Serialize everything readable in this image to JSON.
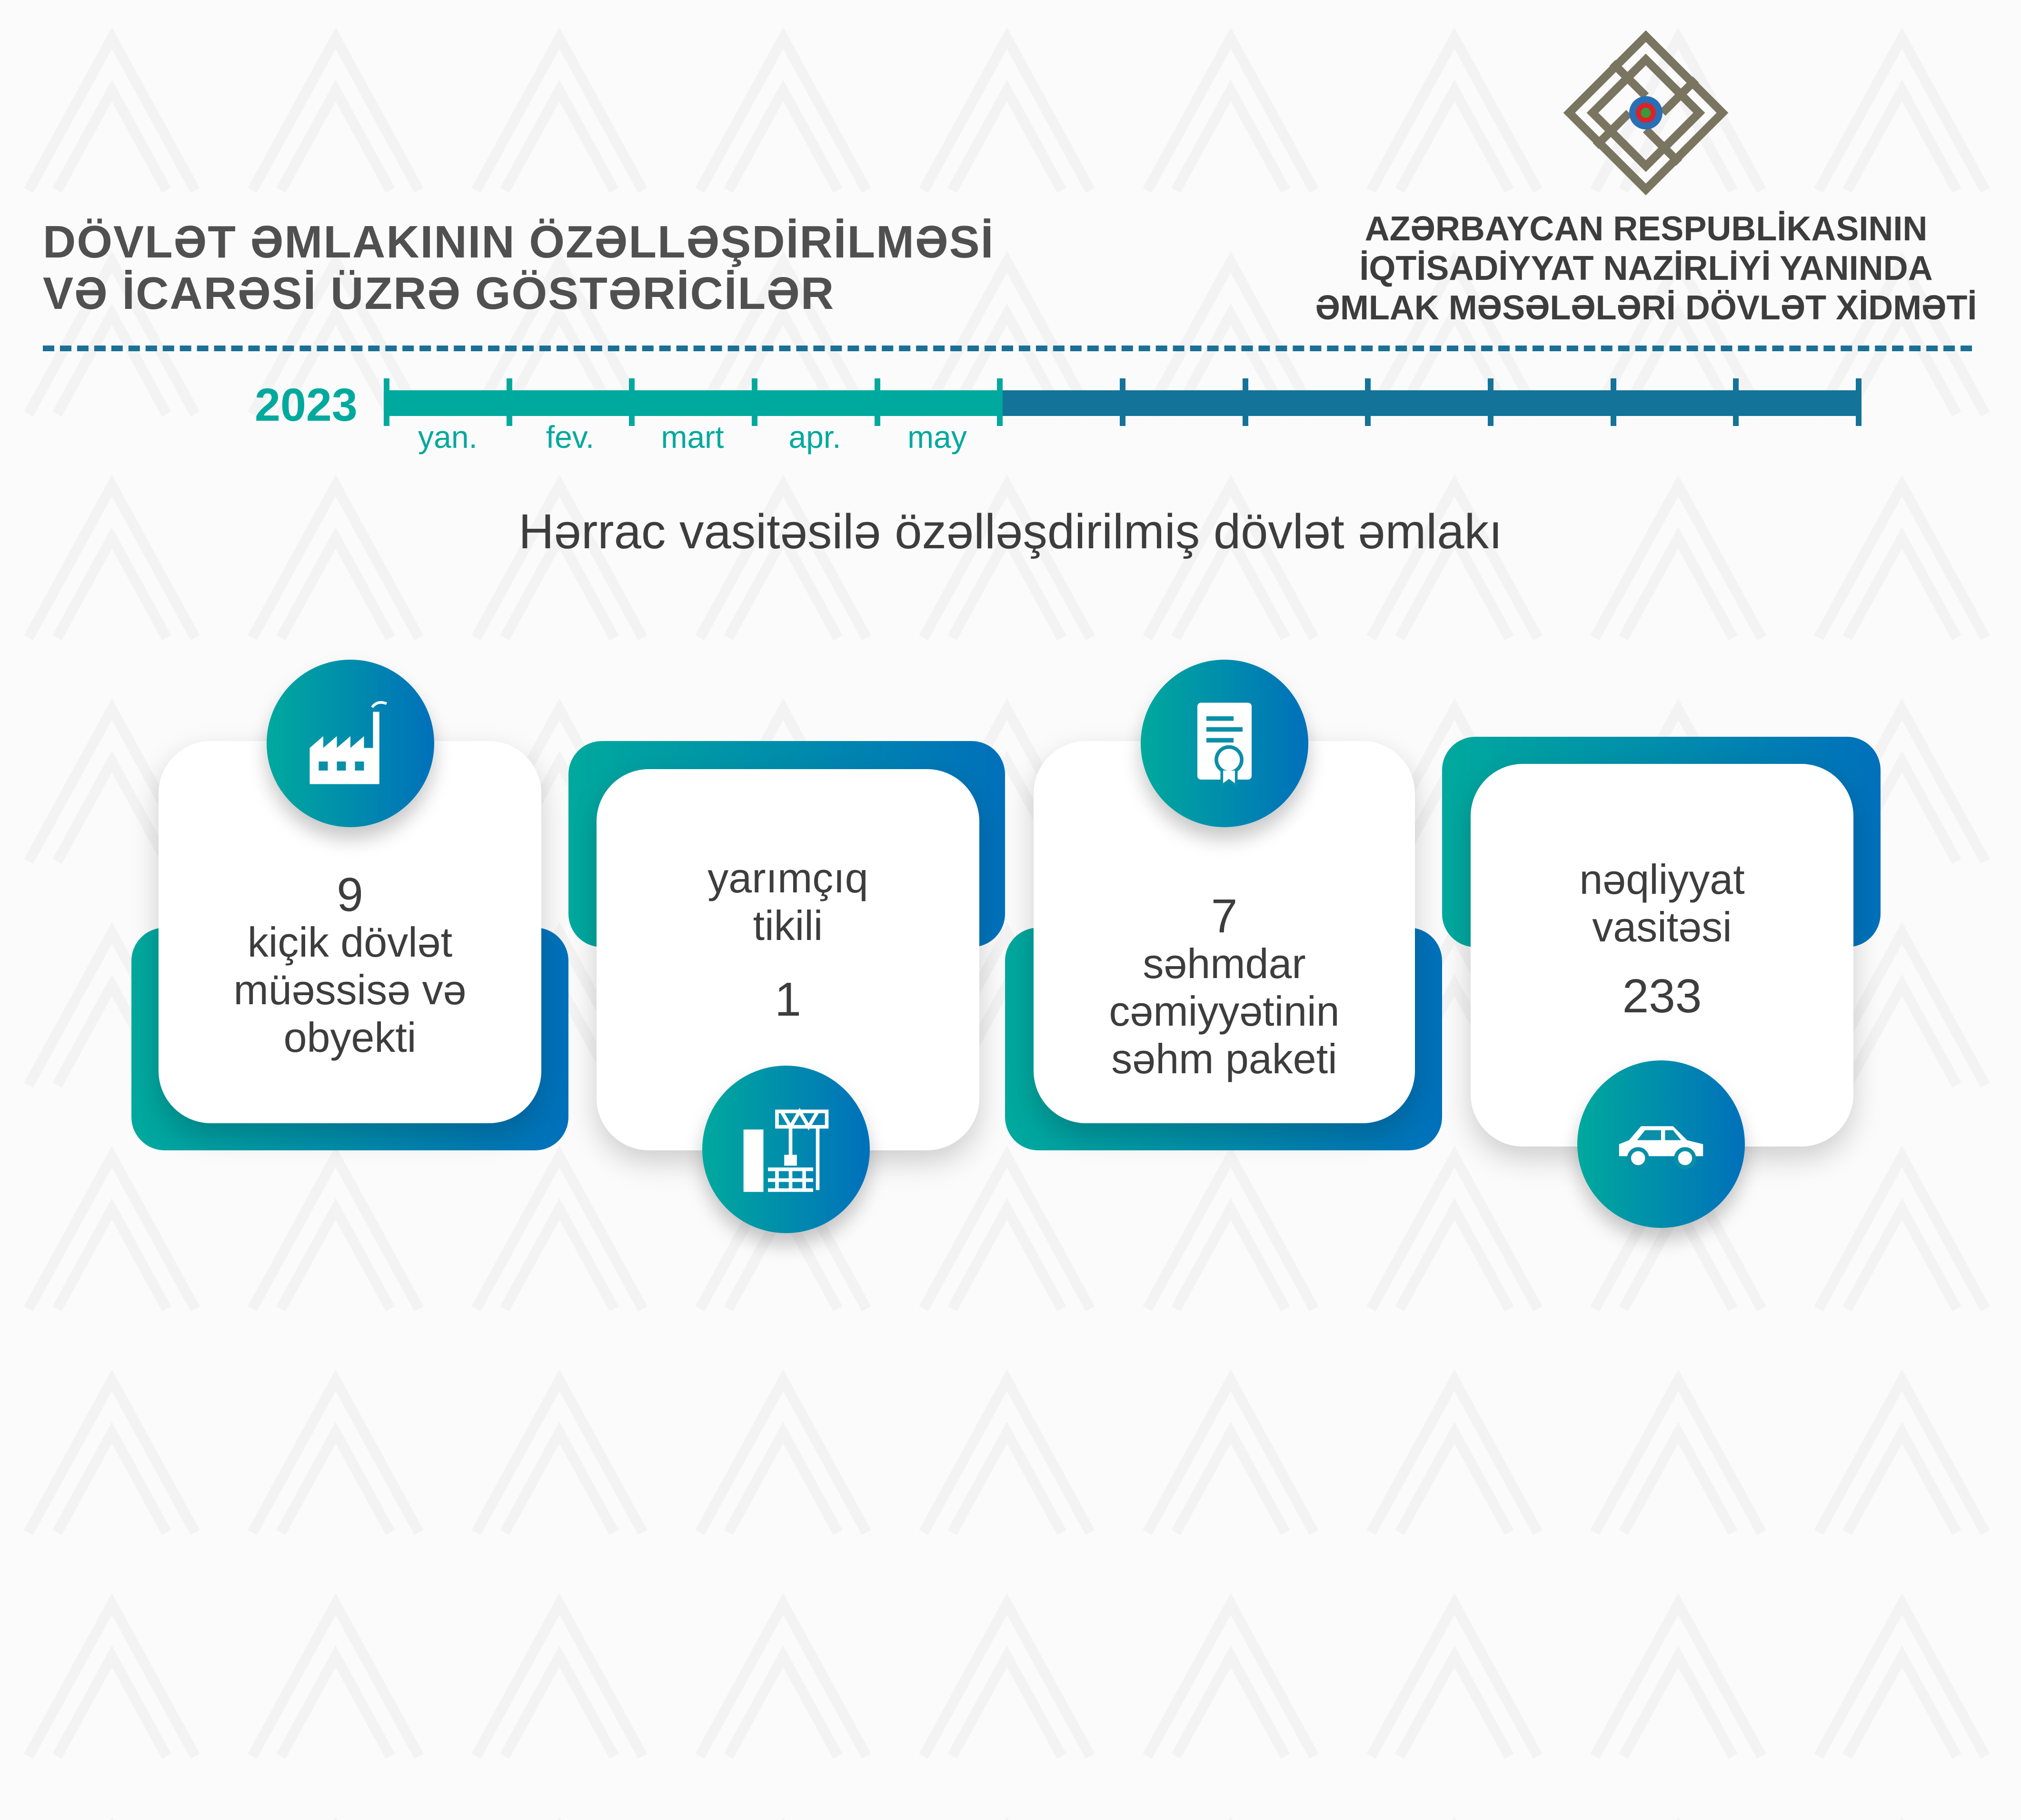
{
  "header": {
    "title_line1": "DÖVLƏT ƏMLAKININ ÖZƏLLƏŞDİRİLMƏSİ",
    "title_line2": "VƏ İCARƏSİ ÜZRƏ GÖSTƏRİCİLƏR",
    "org_line1": "AZƏRBAYCAN RESPUBLİKASININ",
    "org_line2": "İQTİSADİYYAT NAZİRLİYİ YANINDA",
    "org_line3": "ƏMLAK MƏSƏLƏLƏRİ DÖVLƏT XİDMƏTİ"
  },
  "timeline": {
    "year": "2023",
    "months": [
      "yan.",
      "fev.",
      "mart",
      "apr.",
      "may"
    ],
    "months_elapsed": 5,
    "months_total": 12
  },
  "section_title": "Hərrac vasitəsilə özəlləşdirilmiş dövlət əmlakı",
  "cards": [
    {
      "value": "9",
      "label_lines": [
        "kiçik dövlət",
        "müəssisə və",
        "obyekti"
      ],
      "icon": "factory-icon"
    },
    {
      "value": "1",
      "label_lines": [
        "yarımçıq",
        "tikili"
      ],
      "icon": "construction-icon"
    },
    {
      "value": "7",
      "label_lines": [
        "səhmdar",
        "cəmiyyətinin",
        "səhm paketi"
      ],
      "icon": "certificate-icon"
    },
    {
      "value": "233",
      "label_lines": [
        "nəqliyyat",
        "vasitəsi"
      ],
      "icon": "car-icon"
    }
  ],
  "colors": {
    "teal": "#00a99d",
    "blue": "#0070bb",
    "dark_blue": "#137399",
    "logo": "#7a7560"
  }
}
